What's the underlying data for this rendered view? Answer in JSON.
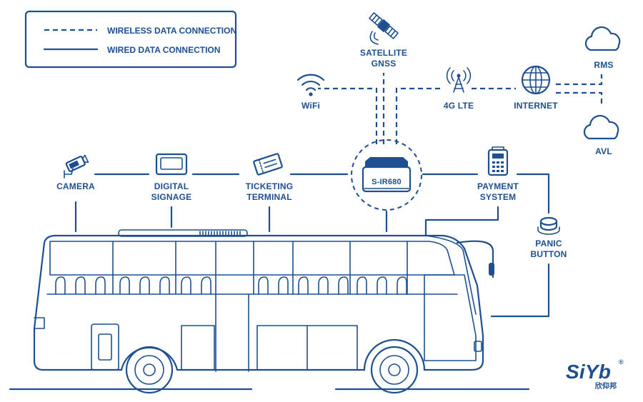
{
  "legend": {
    "wireless": "WIRELESS DATA CONNECTION",
    "wired": "WIRED DATA CONNECTION"
  },
  "nodes": {
    "satellite": [
      "SATELLITE",
      "GNSS"
    ],
    "wifi": "WiFi",
    "lte": "4G LTE",
    "internet": "INTERNET",
    "rms": "RMS",
    "avl": "AVL",
    "camera": "CAMERA",
    "signage": [
      "DIGITAL",
      "SIGNAGE"
    ],
    "ticketing": [
      "TICKETING",
      "TERMINAL"
    ],
    "router": "S-IR680",
    "payment": [
      "PAYMENT",
      "SYSTEM"
    ],
    "panic": [
      "PANIC",
      "BUTTON"
    ]
  },
  "brand": {
    "logo_text": "SiYb",
    "logo_cn": "欣仰邦",
    "registered": "®"
  },
  "colors": {
    "primary": "#1d4f91",
    "background": "#ffffff"
  }
}
